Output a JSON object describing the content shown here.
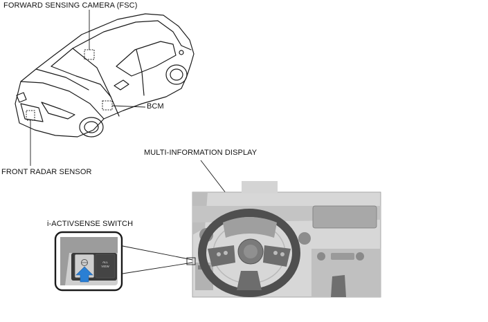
{
  "labels": {
    "fsc": "FORWARD SENSING CAMERA (FSC)",
    "bcm": "BCM",
    "radar": "FRONT RADAR SENSOR",
    "mid": "MULTI-INFORMATION DISPLAY",
    "switch": "i-ACTIVSENSE SWITCH"
  },
  "switch_button_text": "ALL VIEW",
  "colors": {
    "line": "#1a1a1a",
    "photo_bg": "#d7d7d7",
    "arrow": "#2a7fd4"
  }
}
